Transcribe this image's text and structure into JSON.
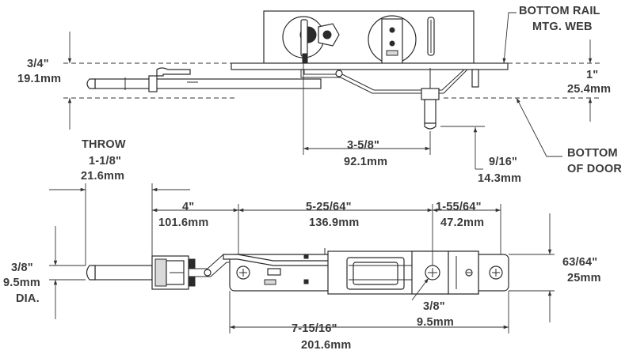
{
  "labels": {
    "bottom_rail_line1": "BOTTOM RAIL",
    "bottom_rail_line2": "MTG. WEB",
    "left_top_in": "3/4\"",
    "left_top_mm": "19.1mm",
    "right_top_in": "1\"",
    "right_top_mm": "25.4mm",
    "mid_in": "3-5/8\"",
    "mid_mm": "92.1mm",
    "small_in": "9/16\"",
    "small_mm": "14.3mm",
    "bottom_door_line1": "BOTTOM",
    "bottom_door_line2": "OF DOOR",
    "throw_title": "THROW",
    "throw_in": "1-1/8\"",
    "throw_mm": "21.6mm",
    "d4_in": "4\"",
    "d4_mm": "101.6mm",
    "d5_in": "5-25/64\"",
    "d5_mm": "136.9mm",
    "d155_in": "1-55/64\"",
    "d155_mm": "47.2mm",
    "dia_in": "3/8\"",
    "dia_mm": "9.5mm",
    "dia_text": "DIA.",
    "d63_in": "63/64\"",
    "d63_mm": "25mm",
    "hole_in": "3/8\"",
    "hole_mm": "9.5mm",
    "total_in": "7-15/16\"",
    "total_mm": "201.6mm"
  }
}
